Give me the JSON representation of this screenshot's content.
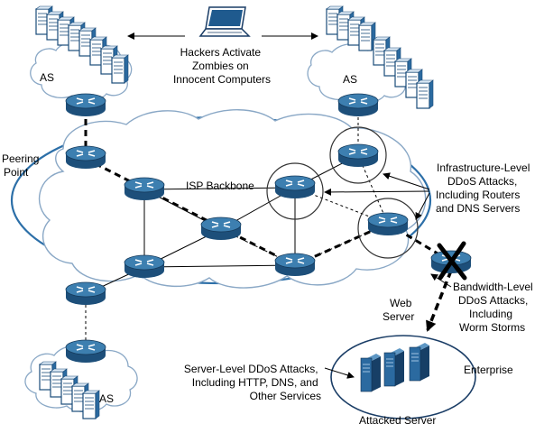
{
  "labels": {
    "hackers": [
      "Hackers Activate",
      "Zombies on",
      "Innocent Computers"
    ],
    "as_top_left": "AS",
    "as_top_right": "AS",
    "as_bottom": "AS",
    "peering": [
      "Peering",
      "Point"
    ],
    "isp_backbone": "ISP Backbone",
    "infra": [
      "Infrastructure-Level",
      "DDoS Attacks,",
      "Including Routers",
      "and DNS Servers"
    ],
    "web_server": [
      "Web",
      "Server"
    ],
    "bandwidth": [
      "Bandwidth-Level",
      "DDoS Attacks,",
      "Including",
      "Worm Storms"
    ],
    "enterprise": "Enterprise",
    "server_level": [
      "Server-Level DDoS Attacks,",
      "Including HTTP, DNS, and",
      "Other Services"
    ],
    "attacked_server": "Attacked Server"
  },
  "colors": {
    "router_top": "#3d7fb0",
    "router_side": "#1d4f7a",
    "server": "#2b6aa0",
    "server_dark": "#173f66",
    "cloud_stroke": "#7f9fbf",
    "ellipse_stroke": "#2c6fa8"
  },
  "icons": [
    "router-icon",
    "server-icon",
    "laptop-icon",
    "cloud-icon",
    "x-mark-icon"
  ]
}
